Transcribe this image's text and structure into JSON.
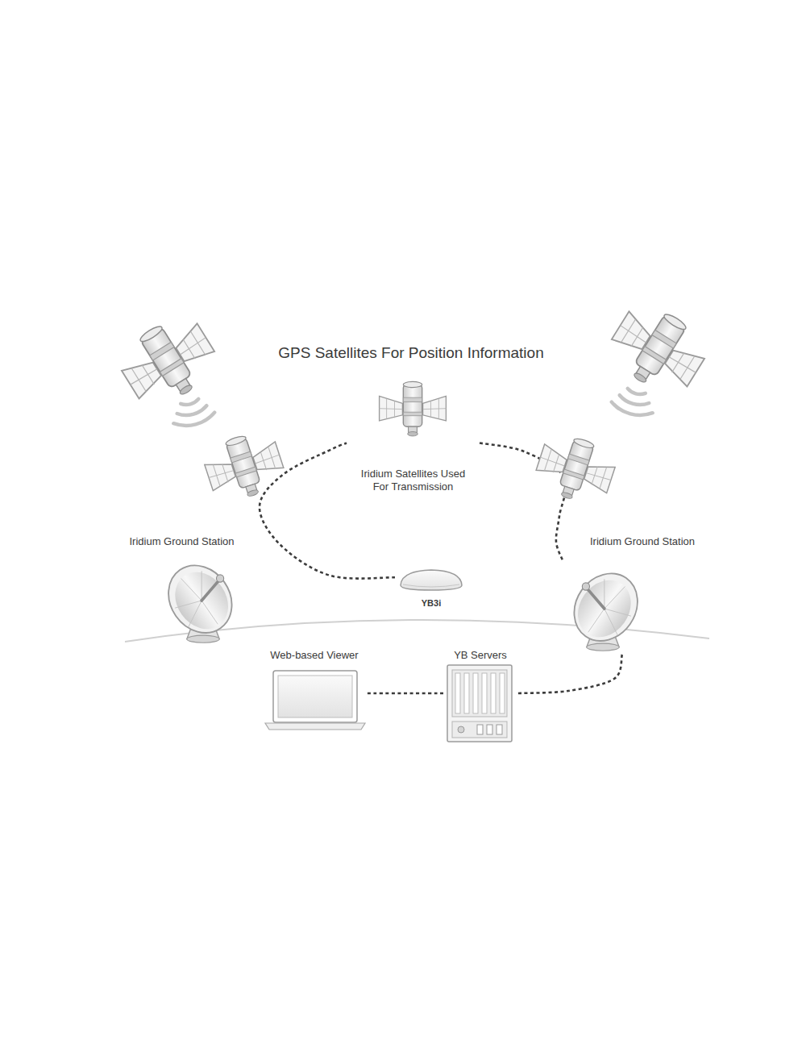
{
  "diagram": {
    "title": "GPS Satellites For Position Information",
    "nodes": [
      {
        "text": [
          "Iridium Satellites Used For Transmission"
        ]
      },
      {
        "text": [
          "Iridium Ground Station"
        ]
      },
      {
        "text": [
          "Iridium Ground Station"
        ]
      },
      {
        "text": [
          "YB3i"
        ]
      },
      {
        "text": [
          "Web-based Viewer"
        ]
      },
      {
        "text": [
          "YB Servers"
        ]
      }
    ],
    "edges": [
      {
        "from": 3,
        "to": 0,
        "arrow": "none"
      },
      {
        "from": 0,
        "to": 2,
        "arrow": "none"
      },
      {
        "from": 2,
        "to": 5,
        "arrow": "none"
      },
      {
        "from": 5,
        "to": 4,
        "arrow": "none"
      }
    ]
  }
}
